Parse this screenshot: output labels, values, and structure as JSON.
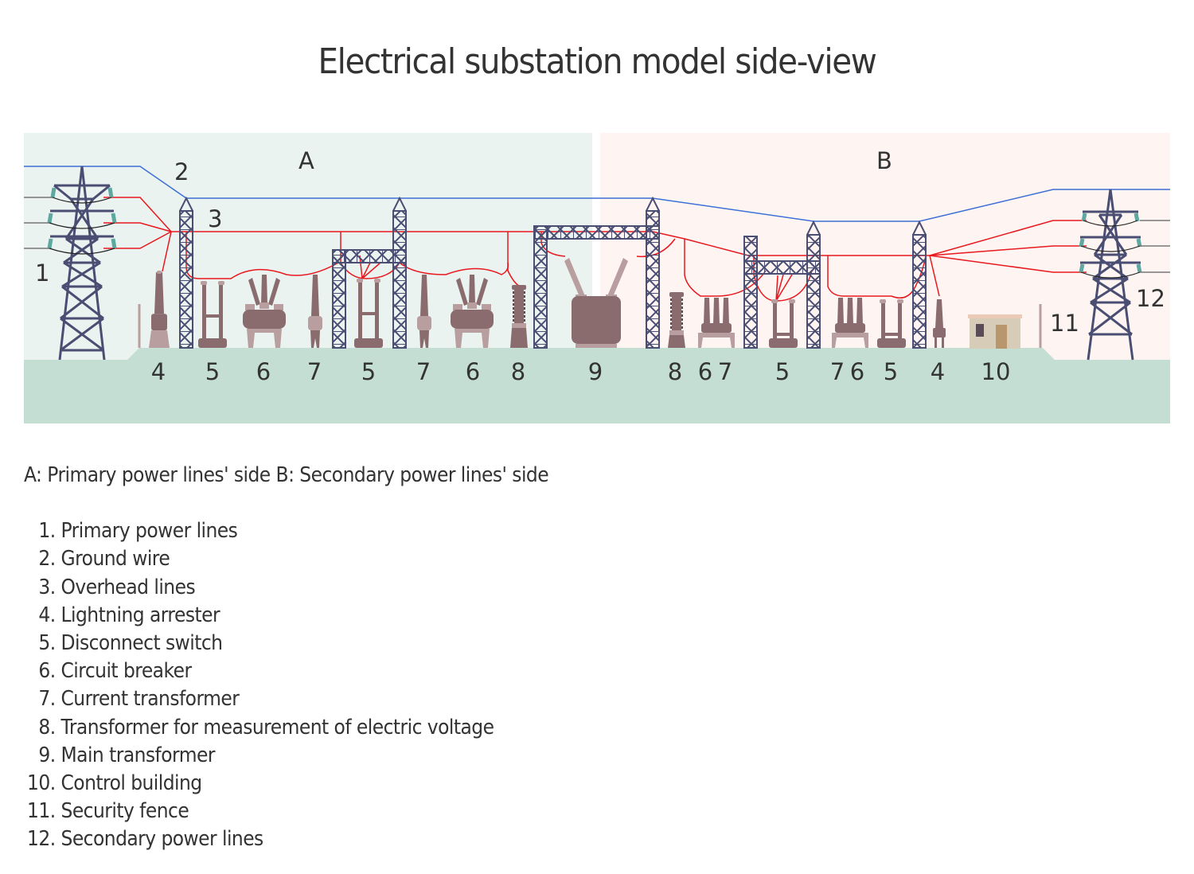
{
  "title": "Electrical substation model side-view",
  "colors": {
    "zone_a_bg": "#EAF3F0",
    "zone_b_bg": "#FEF5F2",
    "ground": "#C4DED4",
    "ground_wire": "#3D6FD6",
    "overhead_line": "#E8181E",
    "tower": "#4A4E72",
    "insulator": "#5FA8A0",
    "equipment_dark": "#8A6C6E",
    "equipment_light": "#B89E9E",
    "building": "#D6CCB8",
    "building_door": "#B8966E"
  },
  "zones": [
    {
      "id": "A",
      "label": "A"
    },
    {
      "id": "B",
      "label": "B"
    }
  ],
  "callouts": {
    "ground_wire": "2",
    "overhead_lines": "3",
    "primary_lines": "1",
    "fence": "11",
    "secondary_lines": "12"
  },
  "ground_labels": [
    "4",
    "5",
    "6",
    "7",
    "5",
    "7",
    "6",
    "8",
    "9",
    "8",
    "6",
    "7",
    "5",
    "7",
    "6",
    "5",
    "4",
    "10"
  ],
  "sides_caption": "A: Primary power lines' side B: Secondary power lines' side",
  "legend": [
    {
      "num": "1.",
      "text": "Primary power lines"
    },
    {
      "num": "2.",
      "text": "Ground wire"
    },
    {
      "num": "3.",
      "text": "Overhead lines"
    },
    {
      "num": "4.",
      "text": "Lightning arrester"
    },
    {
      "num": "5.",
      "text": "Disconnect switch"
    },
    {
      "num": "6.",
      "text": "Circuit breaker"
    },
    {
      "num": "7.",
      "text": "Current transformer"
    },
    {
      "num": "8.",
      "text": "Transformer for measurement of electric voltage"
    },
    {
      "num": "9.",
      "text": "Main transformer"
    },
    {
      "num": "10.",
      "text": "Control building"
    },
    {
      "num": "11.",
      "text": "Security fence"
    },
    {
      "num": "12.",
      "text": "Secondary power lines"
    }
  ]
}
